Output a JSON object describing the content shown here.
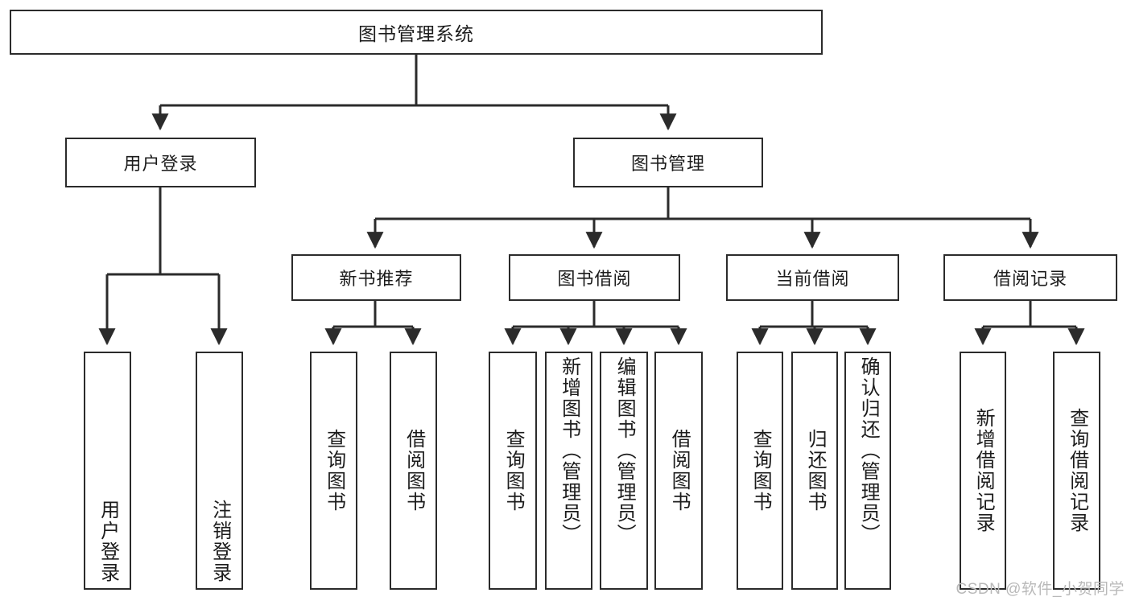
{
  "diagram": {
    "type": "tree",
    "title": "图书管理系统",
    "root": {
      "label": "图书管理系统"
    },
    "level2": [
      {
        "label": "用户登录"
      },
      {
        "label": "图书管理"
      }
    ],
    "level3": [
      {
        "label": "新书推荐"
      },
      {
        "label": "图书借阅"
      },
      {
        "label": "当前借阅"
      },
      {
        "label": "借阅记录"
      }
    ],
    "leaves": {
      "user_login": [
        {
          "label": "用户登录"
        },
        {
          "label": "注销登录"
        }
      ],
      "new_book_recommend": [
        {
          "label": "查询图书"
        },
        {
          "label": "借阅图书"
        }
      ],
      "book_borrow": [
        {
          "label": "查询图书"
        },
        {
          "label": "新增图书（管理员）"
        },
        {
          "label": "编辑图书（管理员）"
        },
        {
          "label": "借阅图书"
        }
      ],
      "current_borrow": [
        {
          "label": "查询图书"
        },
        {
          "label": "归还图书"
        },
        {
          "label": "确认归还（管理员）"
        }
      ],
      "borrow_record": [
        {
          "label": "新增借阅记录"
        },
        {
          "label": "查询借阅记录"
        }
      ]
    }
  },
  "watermark": {
    "text": "CSDN @软件_小贺同学"
  },
  "colors": {
    "background": "#ffffff",
    "border": "#2b2b2b",
    "text": "#1c1c1c",
    "connector": "#2b2b2b",
    "watermark": "#b9b9b9"
  }
}
